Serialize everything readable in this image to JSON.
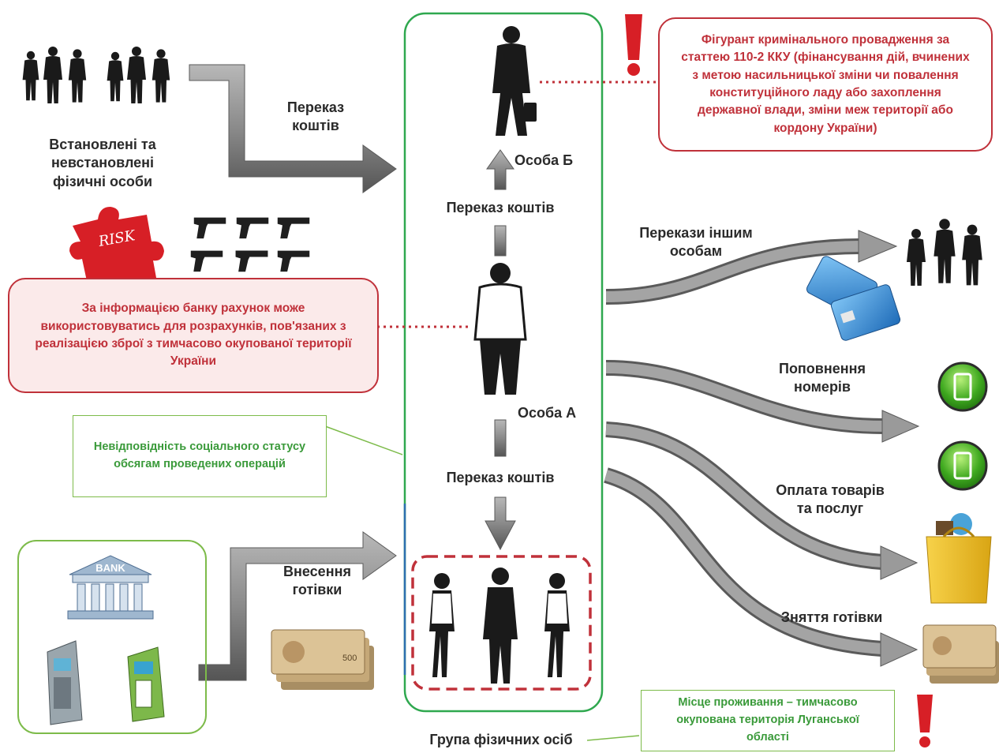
{
  "nodes": {
    "persons_group": "Встановлені та невстановлені фізичні особи",
    "person_b": "Особа Б",
    "person_a": "Особа А",
    "group_label": "Група фізичних осіб"
  },
  "edges": {
    "transfer_top": "Переказ коштів",
    "transfer_a_to_b": "Переказ коштів",
    "transfer_a_to_group": "Переказ коштів",
    "cash_deposit": "Внесення готівки",
    "transfers_others": "Перекази іншим особам",
    "phone_topup": "Поповнення номерів",
    "payment_goods": "Оплата товарів та послуг",
    "cash_withdrawal": "Зняття готівки"
  },
  "callouts": {
    "suspect": "Фігурант кримінального провадження за статтею 110-2  ККУ (фінансування дій, вчинених з метою насильницької зміни чи повалення конституційного ладу або захоплення державної влади, зміни меж території або кордону України)",
    "bank_info": "За інформацією банку рахунок може використовуватись для розрахунків, пов'язаних з реалізацією зброї з тимчасово окупованої території України",
    "mismatch": "Невідповідність соціального статусу обсягам проведених операцій",
    "residence": "Місце проживання – тимчасово окупована територія Луганської області"
  },
  "icons": {
    "risk_puzzle": "RISK",
    "bank_building": "BANK",
    "banknote_value": "500",
    "warning_mark": "!"
  },
  "colors": {
    "flow_arrow": "#7a7a7a",
    "frame_green": "#2fa84f",
    "alert_red": "#c0313a",
    "note_green": "#3a9a3a"
  }
}
